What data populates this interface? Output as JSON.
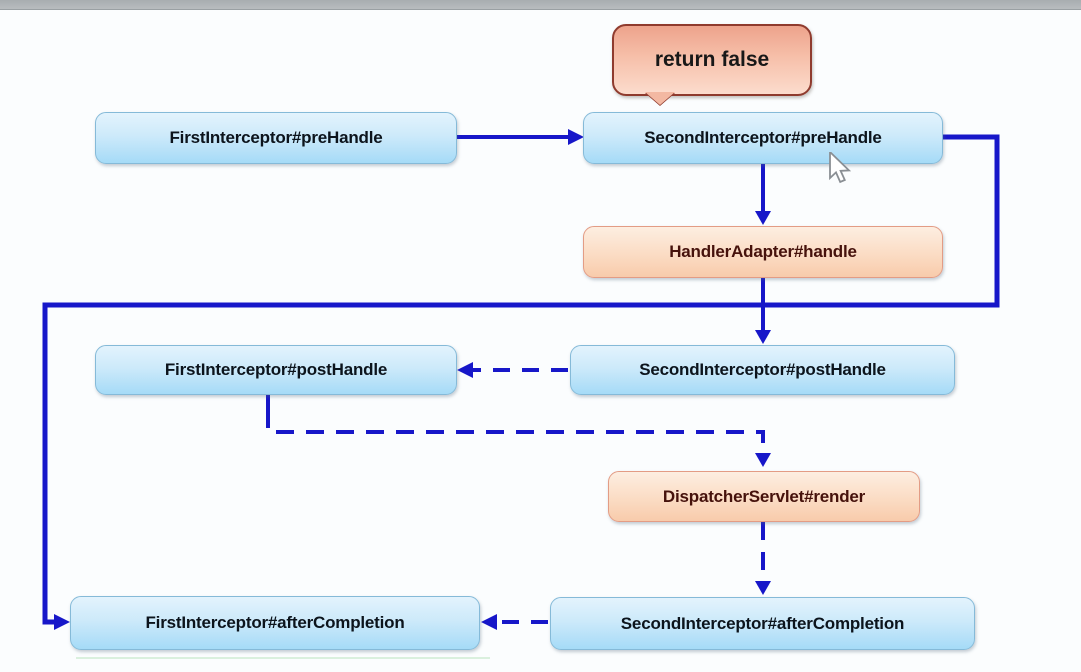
{
  "window": {
    "top_bar_color": "#b3b7ba"
  },
  "colors": {
    "connector_blue": "#1717c9",
    "blue_box_fill_top": "#e3f3fd",
    "blue_box_fill_bottom": "#a5dbf7",
    "blue_box_border": "#85bad8",
    "blue_box_text": "#0c141c",
    "peach_box_fill_top": "#fdeee1",
    "peach_box_fill_bottom": "#f8cbab",
    "peach_box_border": "#e39c85",
    "peach_box_text": "#46120c",
    "callout_fill": "#f3b8a2",
    "callout_border": "#8f3b2e",
    "background": "#fbfdfe"
  },
  "diagram": {
    "callout": {
      "label": "return false"
    },
    "nodes": [
      {
        "id": "first-interceptor-prehandle",
        "label": "FirstInterceptor#preHandle",
        "type": "blue"
      },
      {
        "id": "second-interceptor-prehandle",
        "label": "SecondInterceptor#preHandle",
        "type": "blue"
      },
      {
        "id": "handler-adapter-handle",
        "label": "HandlerAdapter#handle",
        "type": "peach"
      },
      {
        "id": "first-interceptor-posthandle",
        "label": "FirstInterceptor#postHandle",
        "type": "blue"
      },
      {
        "id": "second-interceptor-posthandle",
        "label": "SecondInterceptor#postHandle",
        "type": "blue"
      },
      {
        "id": "dispatcher-servlet-render",
        "label": "DispatcherServlet#render",
        "type": "peach"
      },
      {
        "id": "first-interceptor-aftercompletion",
        "label": "FirstInterceptor#afterCompletion",
        "type": "blue"
      },
      {
        "id": "second-interceptor-aftercompletion",
        "label": "SecondInterceptor#afterCompletion",
        "type": "blue"
      }
    ],
    "edges": [
      "FirstInterceptor#preHandle -> SecondInterceptor#preHandle (solid)",
      "SecondInterceptor#preHandle -> HandlerAdapter#handle (solid)",
      "SecondInterceptor#preHandle -> FirstInterceptor#afterCompletion (solid loop, return false path)",
      "HandlerAdapter#handle -> SecondInterceptor#postHandle (solid)",
      "SecondInterceptor#postHandle -> FirstInterceptor#postHandle (dashed)",
      "FirstInterceptor#postHandle -> DispatcherServlet#render (dashed)",
      "DispatcherServlet#render -> SecondInterceptor#afterCompletion (dashed)",
      "SecondInterceptor#afterCompletion -> FirstInterceptor#afterCompletion (dashed)"
    ]
  }
}
